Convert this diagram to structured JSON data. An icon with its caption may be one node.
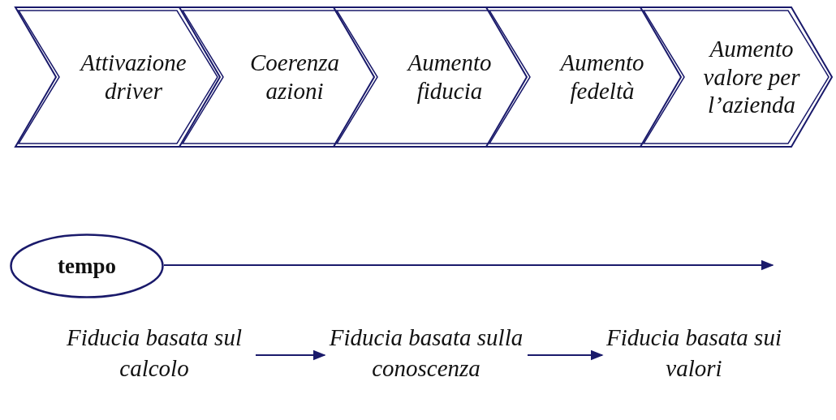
{
  "diagram": {
    "nodes": [
      {
        "text": [
          "Attivazione driver"
        ]
      },
      {
        "text": [
          "Coerenza azioni"
        ]
      },
      {
        "text": [
          "Aumento fiducia"
        ]
      },
      {
        "text": [
          "Aumento fedeltà"
        ]
      },
      {
        "text": [
          "Aumento valore per l’azienda"
        ]
      },
      {
        "text": [
          "tempo"
        ]
      },
      {
        "text": [
          "Fiducia basata sul calcolo"
        ]
      },
      {
        "text": [
          "Fiducia basata sulla conoscenza"
        ]
      },
      {
        "text": [
          "Fiducia basata sui valori"
        ]
      }
    ],
    "edges": [
      {
        "from": 5,
        "to": null,
        "arrow": "to"
      },
      {
        "from": 6,
        "to": 7,
        "arrow": "to"
      },
      {
        "from": 7,
        "to": 8,
        "arrow": "to"
      }
    ]
  }
}
